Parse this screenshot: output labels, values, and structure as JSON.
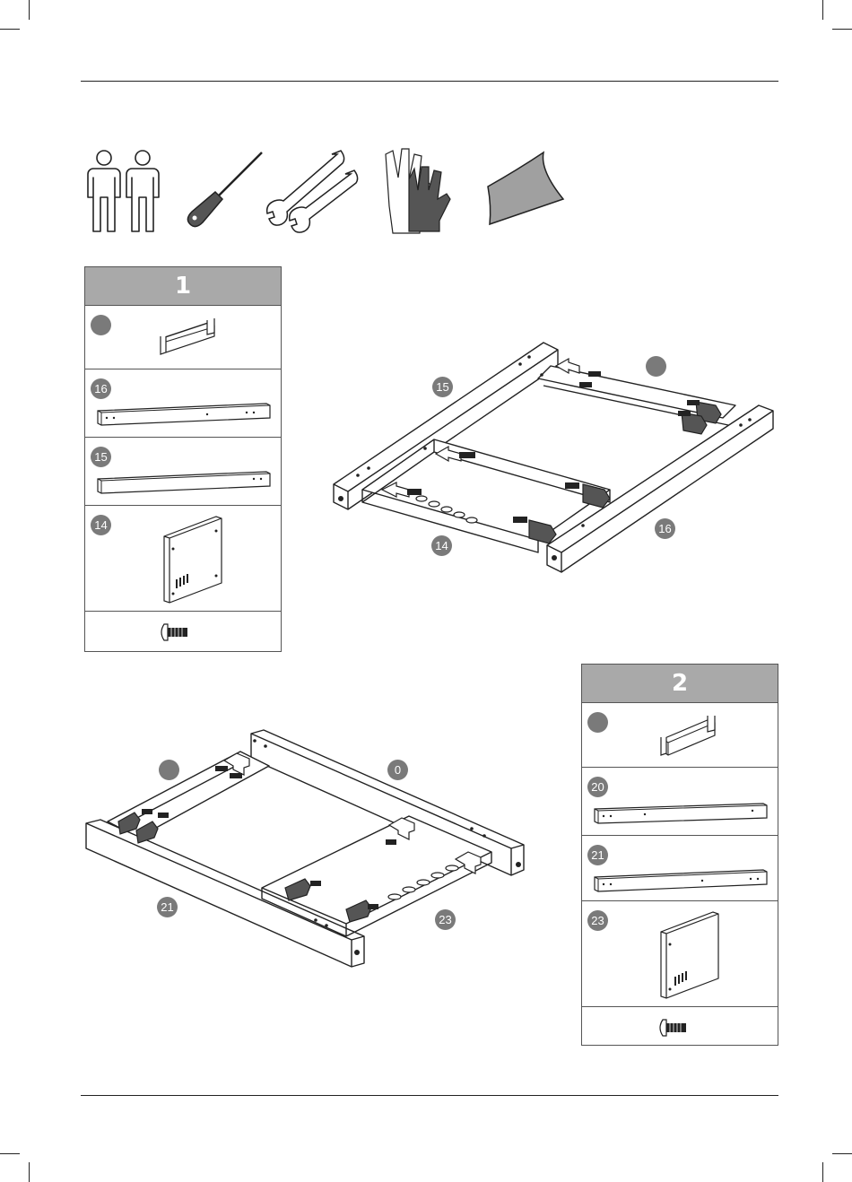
{
  "tools": [
    {
      "name": "two-persons-icon"
    },
    {
      "name": "screwdriver-icon"
    },
    {
      "name": "wrenches-icon"
    },
    {
      "name": "gloves-icon"
    },
    {
      "name": "cloth-icon"
    }
  ],
  "step1": {
    "number": "1",
    "rows": [
      {
        "part": ""
      },
      {
        "part": "16"
      },
      {
        "part": "15"
      },
      {
        "part": "14"
      },
      {
        "part": ""
      }
    ],
    "diagram_labels": {
      "left_rail": "15",
      "bracket": "",
      "right_rail": "16",
      "panel": "14"
    }
  },
  "step2": {
    "number": "2",
    "rows": [
      {
        "part": ""
      },
      {
        "part": "20"
      },
      {
        "part": "21"
      },
      {
        "part": "23"
      },
      {
        "part": ""
      }
    ],
    "diagram_labels": {
      "bracket": "",
      "back_rail": "0",
      "front_rail": "21",
      "panel": "23"
    }
  },
  "colors": {
    "badge": "#7a7a7a",
    "header": "#a9a9a9",
    "line": "#222222",
    "fill_dark": "#555555",
    "fill_light": "#b5b5b5"
  }
}
